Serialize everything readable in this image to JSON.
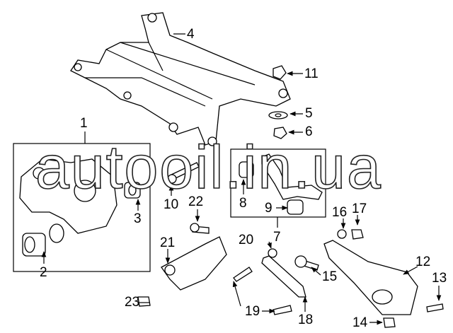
{
  "diagram": {
    "title": "Rear suspension parts diagram",
    "watermark": "autooil.in.ua",
    "callouts": [
      "1",
      "2",
      "3",
      "4",
      "5",
      "6",
      "7",
      "8",
      "9",
      "10",
      "11",
      "12",
      "13",
      "14",
      "15",
      "16",
      "17",
      "18",
      "19",
      "20",
      "21",
      "22",
      "23"
    ]
  }
}
